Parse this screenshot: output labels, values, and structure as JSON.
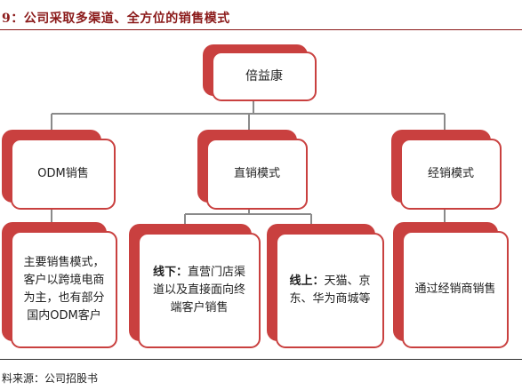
{
  "figure": {
    "title": "9：公司采取多渠道、全方位的销售模式",
    "source": "料来源：公司招股书"
  },
  "root": {
    "label": "倍益康"
  },
  "branches": [
    {
      "label": "ODM销售",
      "detail": "主要销售模式，客户以跨境电商为主，也有部分国内ODM客户"
    },
    {
      "label": "直销模式"
    },
    {
      "label": "经销模式",
      "detail": "通过经销商销售"
    }
  ],
  "direct_channels": [
    {
      "prefix": "线下：",
      "text": "直营门店渠道以及直接面向终端客户销售"
    },
    {
      "prefix": "线上：",
      "text": "天猫、京东、华为商城等"
    }
  ],
  "colors": {
    "accent": "#c9403f",
    "title": "#8b1a1a"
  }
}
